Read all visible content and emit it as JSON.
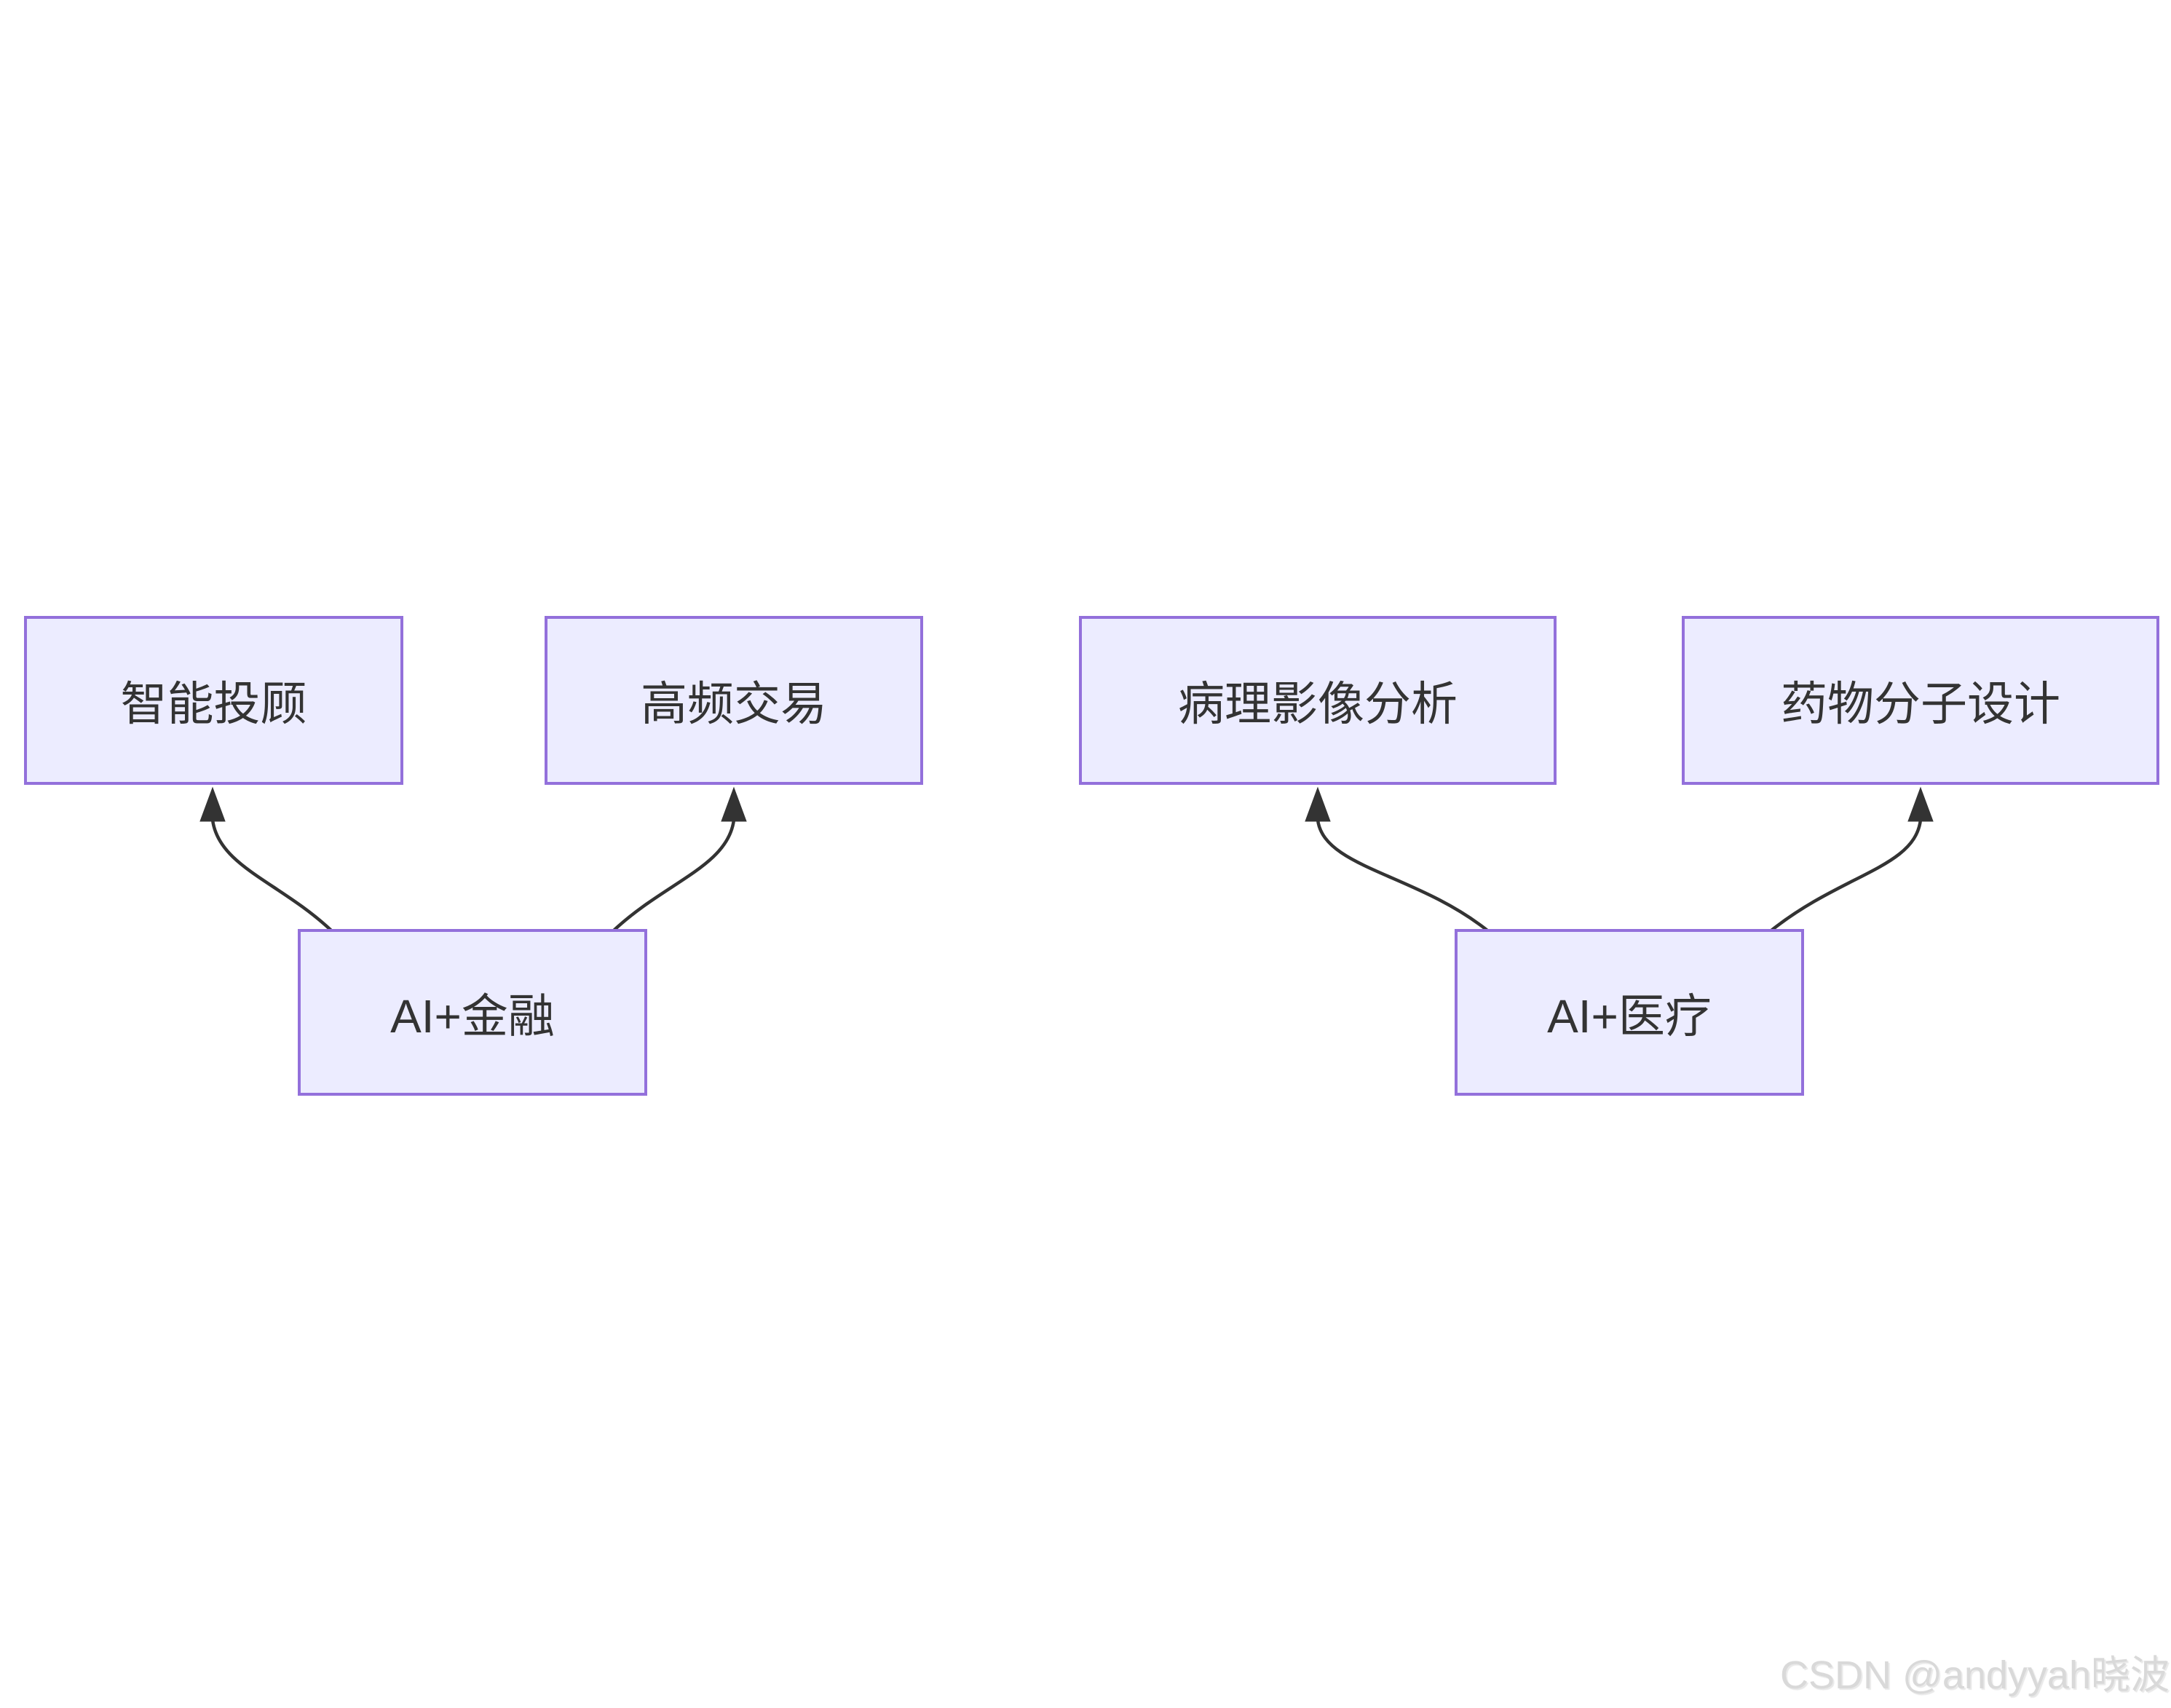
{
  "diagram": {
    "type": "flowchart",
    "direction": "bottom-to-top",
    "background_color": "#ffffff",
    "node_fill": "#ECECFF",
    "node_border_color": "#9370DB",
    "node_text_color": "#333333",
    "edge_color": "#333333",
    "nodes": [
      {
        "id": "zhineng-tougu",
        "label": "智能投顾"
      },
      {
        "id": "gaopin-jiaoyi",
        "label": "高频交易"
      },
      {
        "id": "bingli-yingxiang",
        "label": "病理影像分析"
      },
      {
        "id": "yaowu-fenzi",
        "label": "药物分子设计"
      },
      {
        "id": "ai-jinrong",
        "label": "AI+金融"
      },
      {
        "id": "ai-yiliao",
        "label": "AI+医疗"
      }
    ],
    "edges": [
      {
        "from": "AI+金融",
        "to": "智能投顾"
      },
      {
        "from": "AI+金融",
        "to": "高频交易"
      },
      {
        "from": "AI+医疗",
        "to": "病理影像分析"
      },
      {
        "from": "AI+医疗",
        "to": "药物分子设计"
      }
    ]
  },
  "watermark": {
    "text": "CSDN @andyyah晓波"
  }
}
